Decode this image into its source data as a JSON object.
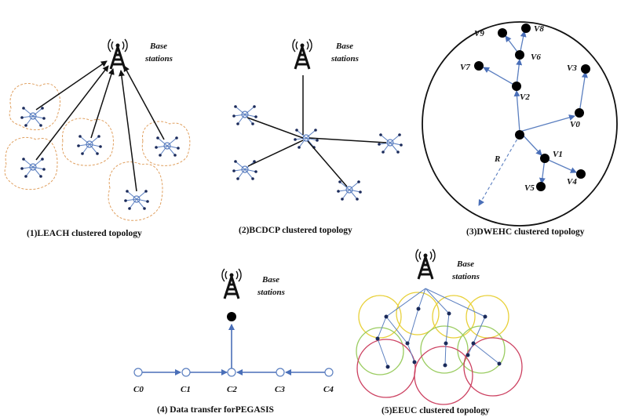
{
  "panels": {
    "leach": {
      "caption": "(1)LEACH  clustered topology",
      "bs_label_1": "Base",
      "bs_label_2": "stations"
    },
    "bcdcp": {
      "caption": "(2)BCDCP  clustered topology",
      "bs_label_1": "Base",
      "bs_label_2": "stations"
    },
    "dwehc": {
      "caption": "(3)DWEHC  clustered topology",
      "radius_label": "R",
      "nodes": [
        "V0",
        "V1",
        "V2",
        "V3",
        "V4",
        "V5",
        "V6",
        "V7",
        "V8",
        "V9"
      ]
    },
    "pegasis": {
      "caption": "(4) Data transfer forPEGASIS",
      "bs_label_1": "Base",
      "bs_label_2": "stations",
      "nodes": [
        "C0",
        "C1",
        "C2",
        "C3",
        "C4"
      ]
    },
    "eeuc": {
      "caption": "(5)EEUC  clustered topology",
      "bs_label_1": "Base",
      "bs_label_2": "stations"
    }
  },
  "colors": {
    "arrow_black": "#111111",
    "link_blue": "#5b7fc0",
    "cluster_border": "#e0a060",
    "ring_yellow": "#e8d038",
    "ring_green": "#9acc60",
    "ring_red": "#cc4060"
  }
}
